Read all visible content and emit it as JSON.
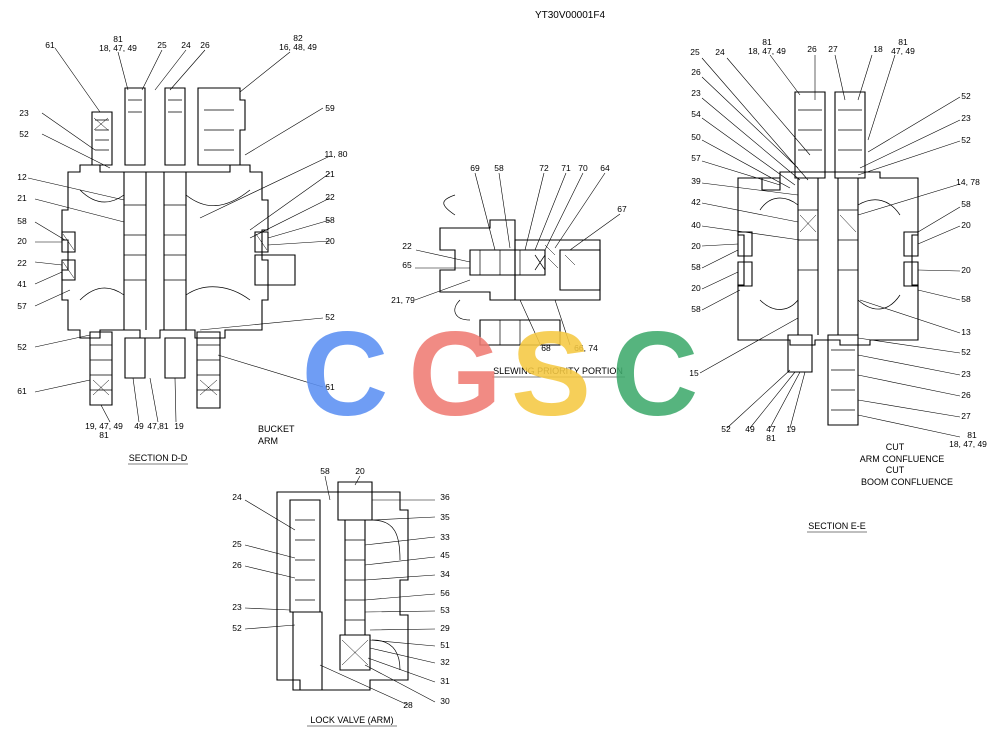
{
  "header": {
    "drawing_code": "YT30V00001F4"
  },
  "sections": {
    "d_d": {
      "caption": "SECTION  D-D",
      "side_note_1": "BUCKET",
      "side_note_2": "ARM"
    },
    "slewing": {
      "caption": "SLEWING  PRIORITY  PORTION"
    },
    "lock": {
      "caption": "LOCK VALVE  (ARM)"
    },
    "e_e": {
      "caption": "SECTION  E-E",
      "note_1": "CUT",
      "note_2": "ARM CONFLUENCE",
      "note_3": "CUT",
      "note_4": "BOOM CONFLUENCE"
    }
  },
  "labels_d_d": [
    "61",
    "81",
    "18, 47, 49",
    "25",
    "24",
    "26",
    "82",
    "16, 48, 49",
    "23",
    "52",
    "59",
    "11, 80",
    "12",
    "21",
    "21",
    "22",
    "58",
    "58",
    "20",
    "20",
    "22",
    "41",
    "57",
    "52",
    "52",
    "61",
    "61",
    "19, 47, 49",
    "81",
    "49",
    "47,81",
    "19"
  ],
  "labels_slewing": [
    "69",
    "58",
    "72",
    "71",
    "70",
    "64",
    "67",
    "22",
    "65",
    "21, 79",
    "68",
    "66, 74"
  ],
  "labels_lock": [
    "58",
    "20",
    "24",
    "36",
    "35",
    "25",
    "33",
    "26",
    "45",
    "34",
    "23",
    "56",
    "53",
    "52",
    "29",
    "51",
    "32",
    "31",
    "30",
    "28"
  ],
  "labels_e_e": [
    "81",
    "18, 47, 49",
    "25",
    "24",
    "26",
    "27",
    "18",
    "81",
    "47, 49",
    "26",
    "23",
    "52",
    "54",
    "23",
    "50",
    "52",
    "57",
    "39",
    "14, 78",
    "42",
    "58",
    "40",
    "20",
    "20",
    "58",
    "20",
    "20",
    "58",
    "58",
    "13",
    "15",
    "52",
    "23",
    "26",
    "27",
    "52",
    "49",
    "47",
    "81",
    "19",
    "81",
    "18, 47, 49"
  ],
  "logo": {
    "letters": [
      "C",
      "G",
      "S",
      "C"
    ],
    "colors": [
      "#5b8ff3",
      "#ef7b73",
      "#f5c842",
      "#3faa6c"
    ]
  }
}
